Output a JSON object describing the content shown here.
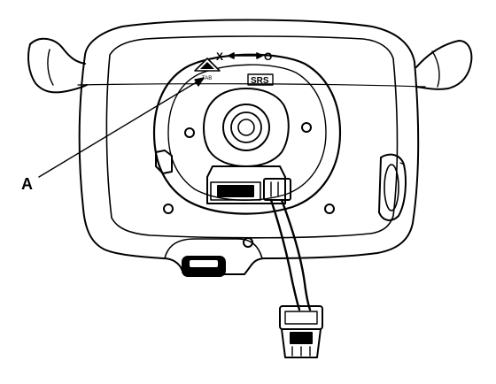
{
  "callouts": {
    "a": "A"
  },
  "marks": {
    "x_label": "X",
    "o_label": "O",
    "srs_label": "SRS",
    "tab_label": "TAB"
  },
  "colors": {
    "line": "#000000",
    "paper": "#ffffff"
  }
}
